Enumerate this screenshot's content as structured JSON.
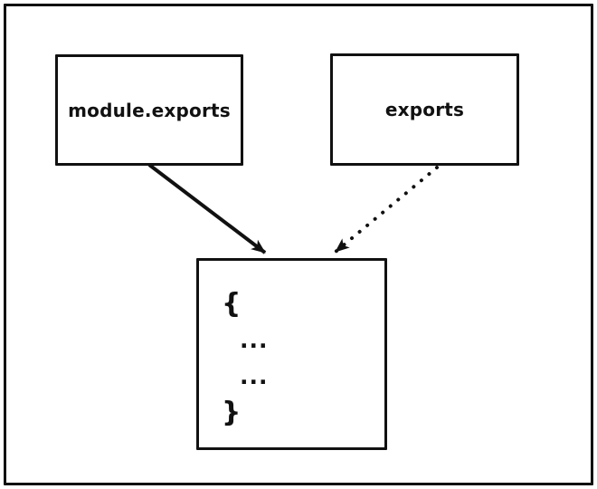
{
  "diagram": {
    "background": "#ffffff",
    "stroke_color": "#111111",
    "nodes": {
      "module_exports": {
        "label": "module.exports"
      },
      "exports": {
        "label": "exports"
      },
      "object_literal": {
        "lines": [
          "{",
          "...",
          "...",
          "}"
        ]
      }
    },
    "edges": [
      {
        "from": "module_exports",
        "to": "object_literal",
        "style": "solid"
      },
      {
        "from": "exports",
        "to": "object_literal",
        "style": "dotted"
      }
    ]
  }
}
